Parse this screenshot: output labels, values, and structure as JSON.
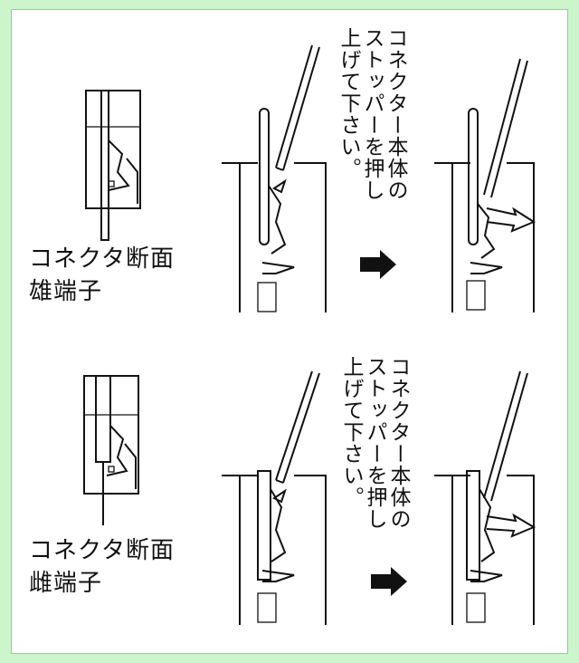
{
  "rows": [
    {
      "label_line1": "コネクタ断面",
      "label_line2": "雄端子",
      "instruction": [
        "コネクター本体の",
        "ストッパーを押し",
        "上げて下さい。"
      ]
    },
    {
      "label_line1": "コネクタ断面",
      "label_line2": "雌端子",
      "instruction": [
        "コネクター本体の",
        "ストッパーを押し",
        "上げて下さい。"
      ]
    }
  ],
  "colors": {
    "background": "#ccf5cc",
    "ink": "#111111"
  }
}
